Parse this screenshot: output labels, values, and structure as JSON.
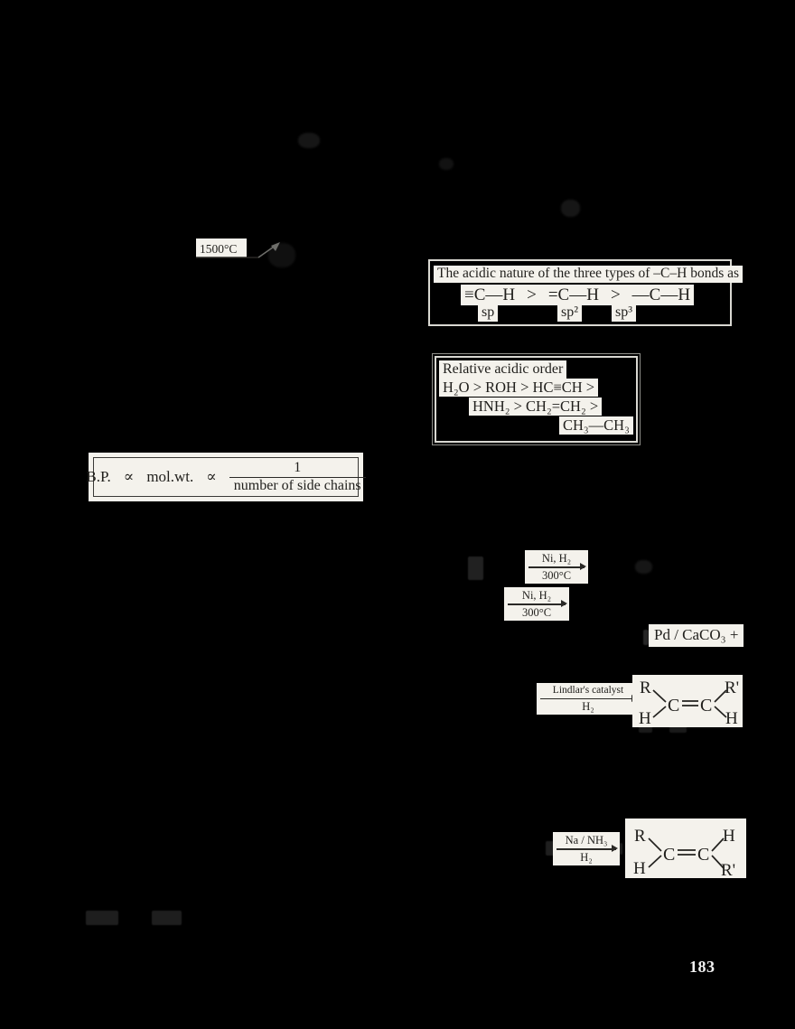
{
  "page": {
    "number": "183"
  },
  "colors": {
    "background": "#000000",
    "paper": "#f4f2ec",
    "ink": "#201f1c"
  },
  "pyrolysis": {
    "temp_label": "1500°C"
  },
  "acidic_box": {
    "title": "The acidic nature of the three types of –C–H bonds as",
    "bond_sp": "≡C—H",
    "gt1": ">",
    "bond_sp2": "=C—H",
    "gt2": ">",
    "bond_sp3": "—C—H",
    "hyb_sp": "sp",
    "hyb_sp2": "sp²",
    "hyb_sp3": "sp³"
  },
  "relative_box": {
    "title": "Relative acidic order",
    "line1": "H₂O > ROH > HC≡CH >",
    "line2": "HNH₂ > CH₂=CH₂ >",
    "line3": "CH₃—CH₃"
  },
  "bp_box": {
    "lhs": "B.P.",
    "prop1": "∝",
    "mid": "mol.wt.",
    "prop2": "∝",
    "numerator": "1",
    "denominator": "number of side chains"
  },
  "reactions": {
    "hydrogenation1": {
      "top": "Ni, H₂",
      "bottom": "300°C"
    },
    "hydrogenation2": {
      "top": "Ni, H₂",
      "bottom": "300°C"
    },
    "pd_label": "Pd / CaCO₃ +",
    "lindlar": {
      "top": "Lindlar's catalyst",
      "bottom": "H₂"
    },
    "birch": {
      "top": "Na / NH₃",
      "bottom": "H₂"
    },
    "cis_alkene": {
      "top_left": "R",
      "bottom_left": "H",
      "c_left": "C",
      "c_right": "C",
      "top_right": "R'",
      "bottom_right": "H"
    },
    "trans_alkene": {
      "top_left": "R",
      "bottom_left": "H",
      "c_left": "C",
      "c_right": "C",
      "top_right": "H",
      "bottom_right": "R'"
    }
  }
}
